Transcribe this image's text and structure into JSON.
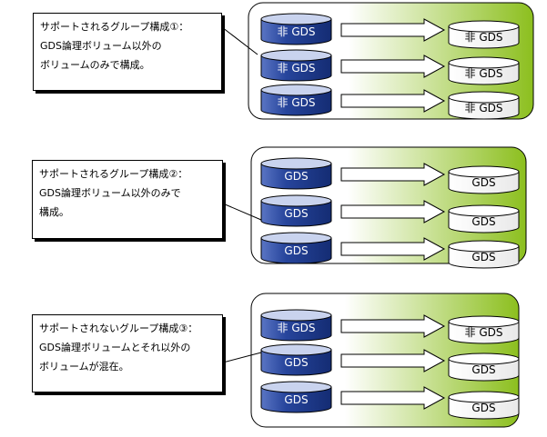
{
  "colors": {
    "panel_gradient_start": "#ffffff",
    "panel_gradient_end": "#8cbf1e",
    "disk_dark": "#1d3a8c",
    "disk_light_rim": "#c9d3ee",
    "disk_white": "#ffffff",
    "arrow_fill": "#ffffff",
    "outline": "#000000"
  },
  "groups": [
    {
      "callout_lines": [
        "サポートされるグループ構成①：",
        "GDS論理ボリューム以外の",
        "ボリュームのみで構成。"
      ],
      "source_disks": [
        "非 GDS",
        "非 GDS",
        "非 GDS"
      ],
      "target_disks": [
        "非 GDS",
        "非 GDS",
        "非 GDS"
      ]
    },
    {
      "callout_lines": [
        "サポートされるグループ構成②：",
        "GDS論理ボリューム以外のみで",
        "構成。"
      ],
      "source_disks": [
        "GDS",
        "GDS",
        "GDS"
      ],
      "target_disks": [
        "GDS",
        "GDS",
        "GDS"
      ]
    },
    {
      "callout_lines": [
        "サポートされないグループ構成③：",
        "GDS論理ボリュームとそれ以外の",
        "ボリュームが混在。"
      ],
      "source_disks": [
        "非 GDS",
        "GDS",
        "GDS"
      ],
      "target_disks": [
        "非 GDS",
        "GDS",
        "GDS"
      ]
    }
  ]
}
